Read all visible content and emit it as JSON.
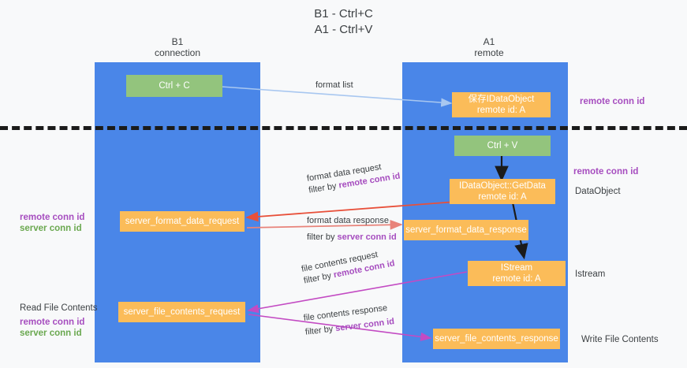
{
  "title": {
    "line1": "B1 - Ctrl+C",
    "line2": "A1 - Ctrl+V"
  },
  "columns": {
    "left": {
      "name": "B1",
      "role": "connection"
    },
    "right": {
      "name": "A1",
      "role": "remote"
    }
  },
  "nodes": {
    "ctrl_c": {
      "label": "Ctrl + C",
      "color": "#93c47d"
    },
    "ctrl_v": {
      "label": "Ctrl + V",
      "color": "#93c47d"
    },
    "save_idataobject": {
      "line1": "保存IDataObject",
      "line2": "remote id: A",
      "color": "#fbbc59"
    },
    "getdata": {
      "line1": "IDataObject::GetData",
      "line2": "remote id: A",
      "color": "#fbbc59"
    },
    "server_format_data_request": {
      "label": "server_format_data_request",
      "color": "#fbbc59"
    },
    "server_format_data_response": {
      "label": "server_format_data_response",
      "color": "#fbbc59"
    },
    "istream": {
      "line1": "IStream",
      "line2": "remote id: A",
      "color": "#fbbc59"
    },
    "server_file_contents_request": {
      "label": "server_file_contents_request",
      "color": "#fbbc59"
    },
    "server_file_contents_response": {
      "label": "server_file_contents_response",
      "color": "#fbbc59"
    }
  },
  "edges": {
    "format_list": {
      "label": "format list",
      "color": "#a8c7f0"
    },
    "format_data_request": {
      "line1": "format data request",
      "filter_prefix": "filter by ",
      "filter_key": "remote conn id",
      "color": "#e8503a"
    },
    "format_data_response": {
      "line1": "format data response",
      "filter_prefix": "filter by ",
      "filter_key": "server conn id",
      "color": "#e8837a"
    },
    "file_contents_request": {
      "line1": "file contents request",
      "filter_prefix": "filter by ",
      "filter_key": "remote conn id",
      "color": "#c34bc3"
    },
    "file_contents_response": {
      "line1": "file contents response",
      "filter_prefix": "filter by ",
      "filter_key": "server conn id",
      "color": "#c34bc3"
    }
  },
  "annotations": {
    "right_remote_conn_id_top": "remote conn id",
    "right_remote_conn_id_mid": "remote conn id",
    "right_dataobject": "DataObject",
    "right_istream": "Istream",
    "right_write_file_contents": "Write File Contents",
    "left_remote_conn_id_mid": "remote conn id",
    "left_server_conn_id_mid": "server conn id",
    "left_read_file_contents": "Read File Contents",
    "left_remote_conn_id_bottom": "remote conn id",
    "left_server_conn_id_bottom": "server conn id"
  },
  "colors": {
    "lane": "#4a86e8",
    "green_node": "#93c47d",
    "orange_node": "#fbbc59",
    "purple_keyword": "#a64dbf",
    "green_keyword": "#6aa84f",
    "background": "#f8f9fa"
  }
}
